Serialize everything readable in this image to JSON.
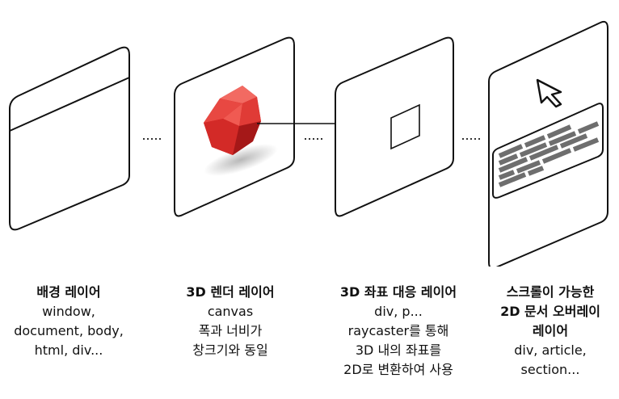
{
  "layers": [
    {
      "title": "배경 레이어",
      "lines": [
        "window,",
        "document, body,",
        "html, div..."
      ]
    },
    {
      "title": "3D 렌더 레이어",
      "lines": [
        "canvas",
        "폭과 너비가",
        "창크기와 동일"
      ]
    },
    {
      "title": "3D 좌표 대응 레이어",
      "lines": [
        "div, p...",
        "raycaster를 통해",
        "3D 내의 좌표를",
        "2D로 변환하여 사용"
      ]
    },
    {
      "title_lines": [
        "스크롤이 가능한",
        "2D 문서 오버레이",
        "레이어"
      ],
      "lines": [
        "div, article,",
        "section..."
      ]
    }
  ],
  "icons": {
    "separator": "dots-separator-icon",
    "gem": "red-gem-icon",
    "cursor": "mouse-cursor-icon",
    "arrow": "arrow-right-icon",
    "text_lines": "text-lines-icon"
  },
  "colors": {
    "stroke": "#111111",
    "gem_red": "#d92b2b",
    "text_bar": "#6e6e6e"
  }
}
